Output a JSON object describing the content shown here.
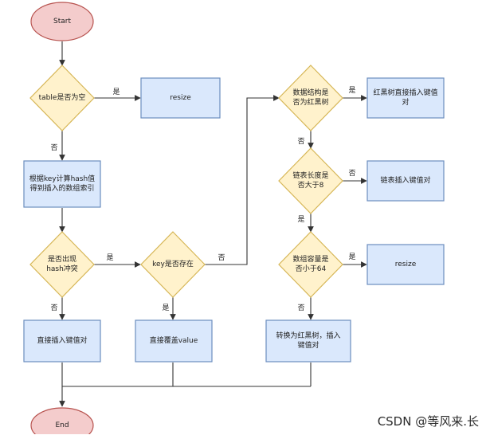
{
  "flowchart": {
    "start_label": "Start",
    "end_label": "End",
    "table_empty": "table是否为空",
    "resize_1": "resize",
    "compute_index": "根据key计算hash值\n得到插入的数组索引",
    "hash_conflict": "是否出现\nhash冲突",
    "key_exists": "key是否存在",
    "insert_direct": "直接插入键值对",
    "overwrite_value": "直接覆盖value",
    "is_rbtree": "数据结构是\n否为红黑树",
    "rbtree_insert": "红黑树直接插入键值\n对",
    "list_len_gt8": "链表长度是\n否大于8",
    "list_insert": "链表插入键值对",
    "capacity_lt64": "数组容量是\n否小于64",
    "resize_2": "resize",
    "convert_rbtree": "转换为红黑树，插入\n键值对"
  },
  "edge_labels": {
    "table_yes": "是",
    "table_no": "否",
    "hash_yes": "是",
    "hash_no": "否",
    "key_yes": "是",
    "key_no": "否",
    "rb_yes": "是",
    "rb_no": "否",
    "len_no": "否",
    "len_yes": "是",
    "cap_yes": "是",
    "cap_no": "否"
  },
  "colors": {
    "terminal_fill": "#f4cccc",
    "terminal_stroke": "#b85450",
    "decision_fill": "#fff2cc",
    "decision_stroke": "#d6b656",
    "process_fill": "#dae8fc",
    "process_stroke": "#6c8ebf",
    "edge": "#333333"
  },
  "watermark": "CSDN @等风来.长"
}
